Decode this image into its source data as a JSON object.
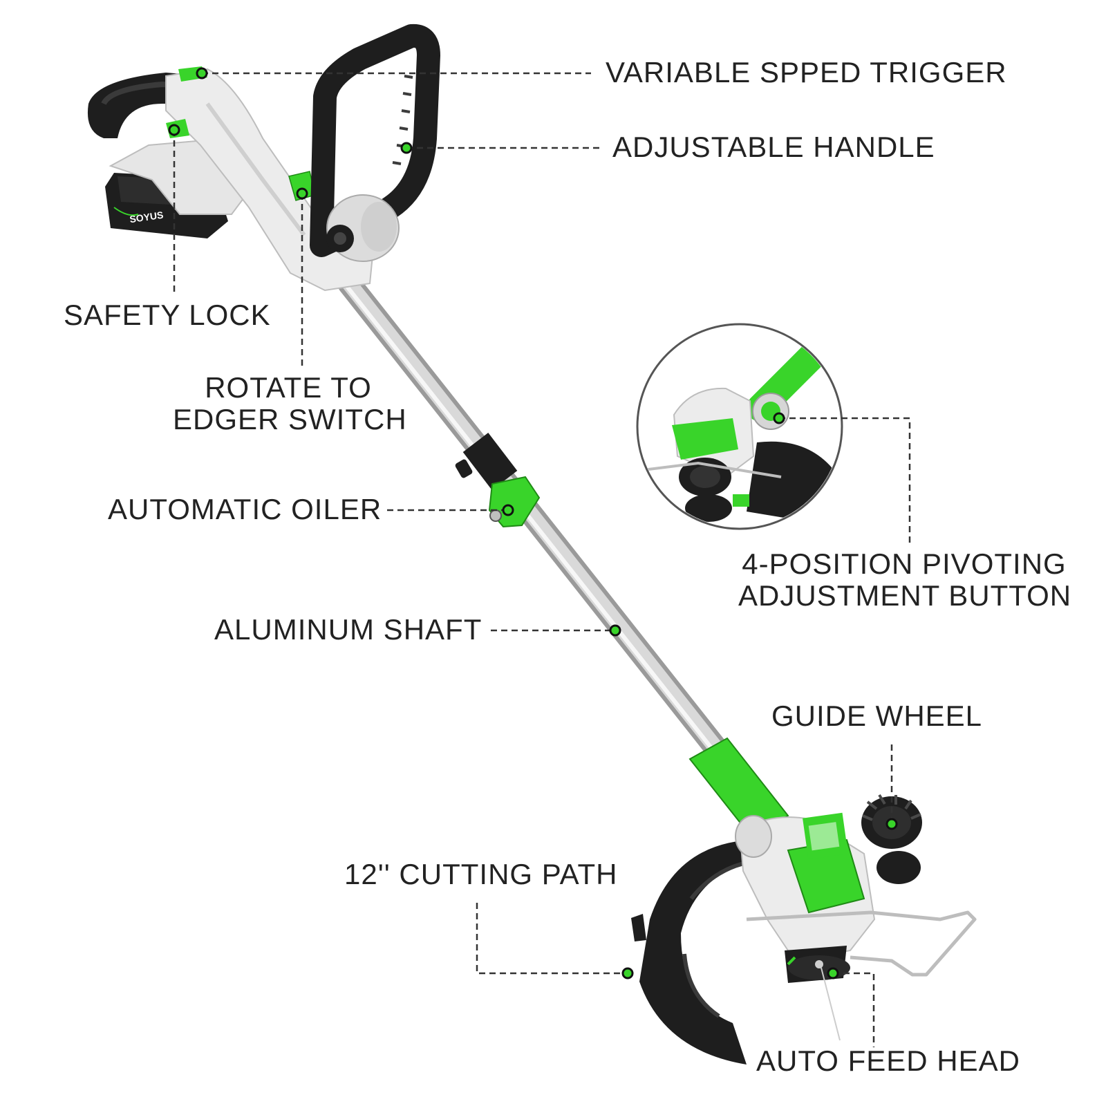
{
  "labels": {
    "variable_speed_trigger": "VARIABLE SPPED TRIGGER",
    "adjustable_handle": "ADJUSTABLE HANDLE",
    "safety_lock": "SAFETY LOCK",
    "rotate_to_edger_line1": "ROTATE TO",
    "rotate_to_edger_line2": "EDGER SWITCH",
    "automatic_oiler": "AUTOMATIC OILER",
    "pivoting_line1": "4-POSITION PIVOTING",
    "pivoting_line2": "ADJUSTMENT BUTTON",
    "aluminum_shaft": "ALUMINUM SHAFT",
    "guide_wheel": "GUIDE WHEEL",
    "cutting_path": "12'' CUTTING PATH",
    "auto_feed_head": "AUTO FEED HEAD"
  },
  "colors": {
    "accent_green": "#39d42a",
    "body_black": "#1e1e1e",
    "body_white": "#e8e8e8",
    "leader_line": "#333333",
    "label_text": "#222222"
  }
}
